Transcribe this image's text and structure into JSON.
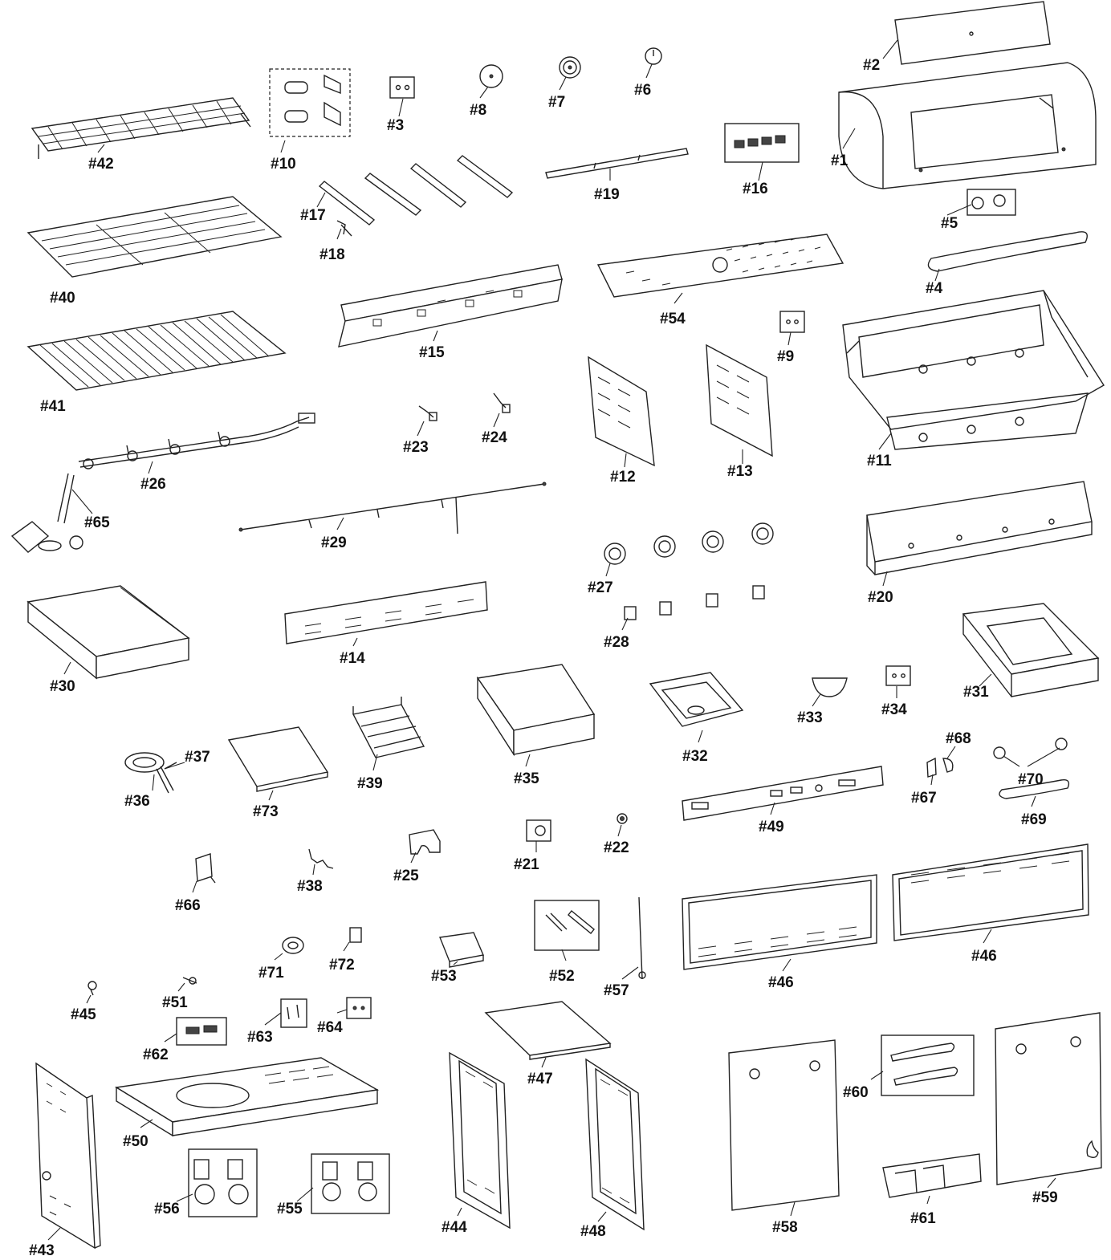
{
  "labels": {
    "p1": "#1",
    "p2": "#2",
    "p3": "#3",
    "p4": "#4",
    "p5": "#5",
    "p6": "#6",
    "p7": "#7",
    "p8": "#8",
    "p9": "#9",
    "p10": "#10",
    "p11": "#11",
    "p12": "#12",
    "p13": "#13",
    "p14": "#14",
    "p15": "#15",
    "p16": "#16",
    "p17": "#17",
    "p18": "#18",
    "p19": "#19",
    "p20": "#20",
    "p21": "#21",
    "p22": "#22",
    "p23": "#23",
    "p24": "#24",
    "p25": "#25",
    "p26": "#26",
    "p27": "#27",
    "p28": "#28",
    "p29": "#29",
    "p30": "#30",
    "p31": "#31",
    "p32": "#32",
    "p33": "#33",
    "p34": "#34",
    "p35": "#35",
    "p36": "#36",
    "p37": "#37",
    "p38": "#38",
    "p39": "#39",
    "p40": "#40",
    "p41": "#41",
    "p42": "#42",
    "p43": "#43",
    "p44": "#44",
    "p45": "#45",
    "p46a": "#46",
    "p46b": "#46",
    "p47": "#47",
    "p48": "#48",
    "p49": "#49",
    "p50": "#50",
    "p51": "#51",
    "p52": "#52",
    "p53": "#53",
    "p54": "#54",
    "p55": "#55",
    "p56": "#56",
    "p57": "#57",
    "p58": "#58",
    "p59": "#59",
    "p60": "#60",
    "p61": "#61",
    "p62": "#62",
    "p63": "#63",
    "p64": "#64",
    "p65": "#65",
    "p66": "#66",
    "p67": "#67",
    "p68": "#68",
    "p69": "#69",
    "p70": "#70",
    "p71": "#71",
    "p72": "#72",
    "p73": "#73"
  }
}
